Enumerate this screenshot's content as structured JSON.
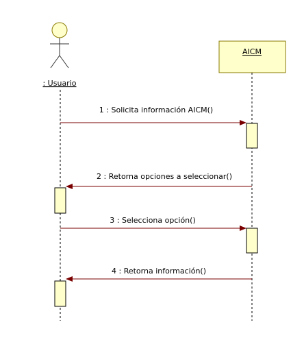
{
  "actors": [
    {
      "label": ": Usuario"
    }
  ],
  "objects": [
    {
      "label": "AICM"
    }
  ],
  "messages": [
    {
      "label": "1 : Solicita información AICM()"
    },
    {
      "label": "2 : Retorna opciones a seleccionar()"
    },
    {
      "label": "3 : Selecciona opción()"
    },
    {
      "label": "4 : Retorna información()"
    }
  ],
  "colors": {
    "box_fill": "#ffffcc",
    "activation_fill": "#ffffcc",
    "line": "#000000",
    "arrow": "#7a0000"
  }
}
